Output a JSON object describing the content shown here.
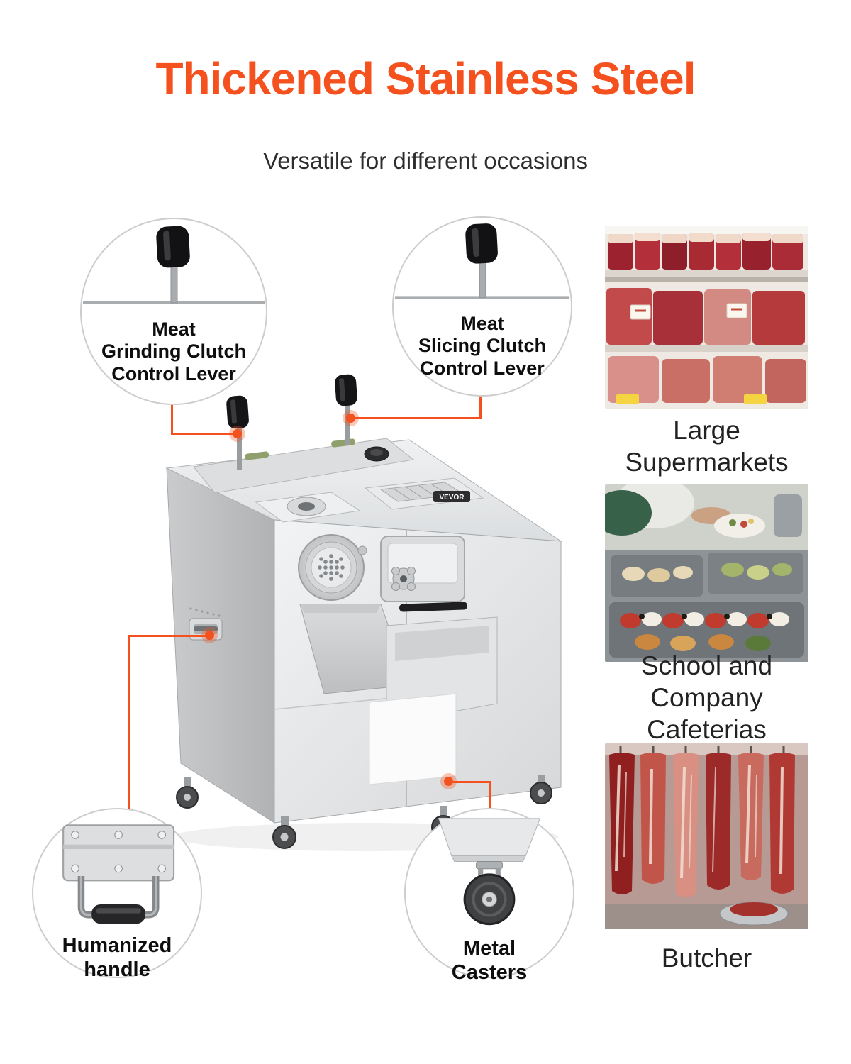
{
  "header": {
    "title": "Thickened Stainless Steel",
    "subtitle": "Versatile for different occasions"
  },
  "colors": {
    "accent": "#F4511E",
    "title": "#F4511E",
    "body_text": "#222222"
  },
  "machine": {
    "brand": "VEVOR"
  },
  "callouts": [
    {
      "label": "Meat\nGrinding Clutch\nControl Lever",
      "icon": "clutch-lever-icon"
    },
    {
      "label": "Meat\nSlicing Clutch\nControl Lever",
      "icon": "clutch-lever-icon"
    },
    {
      "label": "Humanized\nhandle",
      "icon": "spring-handle-icon"
    },
    {
      "label": "Metal\nCasters",
      "icon": "caster-wheel-icon"
    }
  ],
  "use_cases": [
    {
      "caption": "Large\nSupermarkets",
      "image": "supermarket-meat-display"
    },
    {
      "caption": "School and\nCompany\nCafeterias",
      "image": "cafeteria-buffet"
    },
    {
      "caption": "Butcher",
      "image": "butcher-hanging-meat"
    }
  ]
}
